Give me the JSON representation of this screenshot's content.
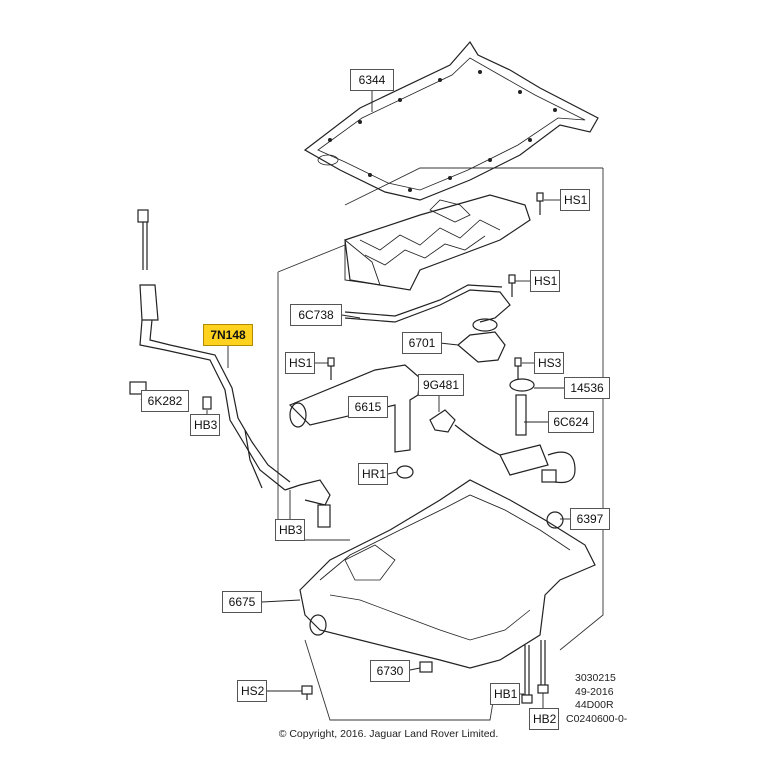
{
  "labels": {
    "p6344": "6344",
    "hs1_top": "HS1",
    "hs1_mid": "HS1",
    "p6c738": "6C738",
    "p7n148": "7N148",
    "p6701": "6701",
    "hs1_left": "HS1",
    "hs3_right": "HS3",
    "p14536": "14536",
    "p9g481": "9G481",
    "p6615": "6615",
    "p6k282": "6K282",
    "hb3_upper": "HB3",
    "p6c624": "6C624",
    "hr1": "HR1",
    "p6397": "6397",
    "hb3_lower": "HB3",
    "p6675": "6675",
    "p6730": "6730",
    "hs2": "HS2",
    "hb1": "HB1",
    "hb2": "HB2"
  },
  "reference": {
    "line1": "3030215",
    "line2": "49-2016",
    "line3": "44D00R",
    "line4": "C0240600-0-"
  },
  "copyright": "© Copyright, 2016. Jaguar Land Rover Limited.",
  "colors": {
    "highlight": "#ffd21f",
    "line": "#222222"
  }
}
